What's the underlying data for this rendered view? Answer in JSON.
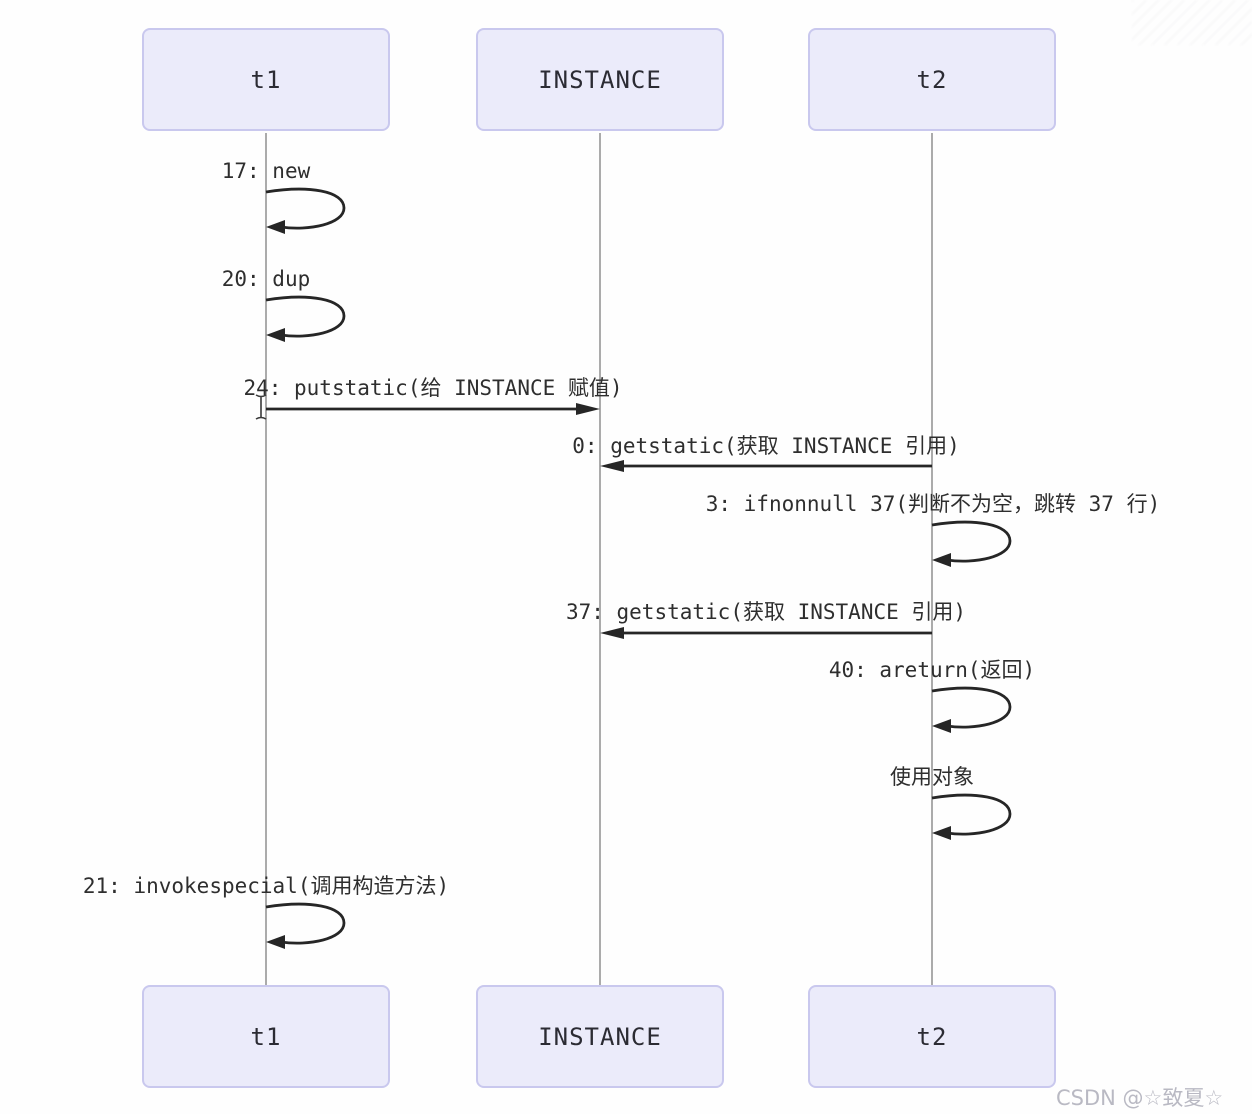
{
  "diagram": {
    "title": "singleton getInstance bytecode sequence",
    "actors_top": [
      {
        "label": "t1"
      },
      {
        "label": "INSTANCE"
      },
      {
        "label": "t2"
      }
    ],
    "actors_bottom": [
      {
        "label": "t1"
      },
      {
        "label": "INSTANCE"
      },
      {
        "label": "t2"
      }
    ],
    "messages": [
      {
        "label": "17: new",
        "type": "self-call",
        "lifeline": "t1"
      },
      {
        "label": "20: dup",
        "type": "self-call",
        "lifeline": "t1"
      },
      {
        "label": "24: putstatic(给 INSTANCE 赋值)",
        "type": "arrow",
        "from": "t1",
        "to": "INSTANCE"
      },
      {
        "label": "0: getstatic(获取 INSTANCE 引用)",
        "type": "arrow",
        "from": "t2",
        "to": "INSTANCE"
      },
      {
        "label": "3: ifnonnull 37(判断不为空，跳转 37 行)",
        "type": "self-call",
        "lifeline": "t2"
      },
      {
        "label": "37: getstatic(获取 INSTANCE 引用)",
        "type": "arrow",
        "from": "t2",
        "to": "INSTANCE"
      },
      {
        "label": "40: areturn(返回)",
        "type": "self-call",
        "lifeline": "t2"
      },
      {
        "label": "使用对象",
        "type": "self-call",
        "lifeline": "t2"
      },
      {
        "label": "21: invokespecial(调用构造方法)",
        "type": "self-call",
        "lifeline": "t1"
      }
    ],
    "colors": {
      "actor_fill": "#ebebfa",
      "actor_border": "#c9c8ee",
      "lifeline": "#ababab",
      "arrow": "#262626",
      "text": "#2e2e2e"
    }
  },
  "watermark": {
    "text": "CSDN @☆致夏☆"
  }
}
